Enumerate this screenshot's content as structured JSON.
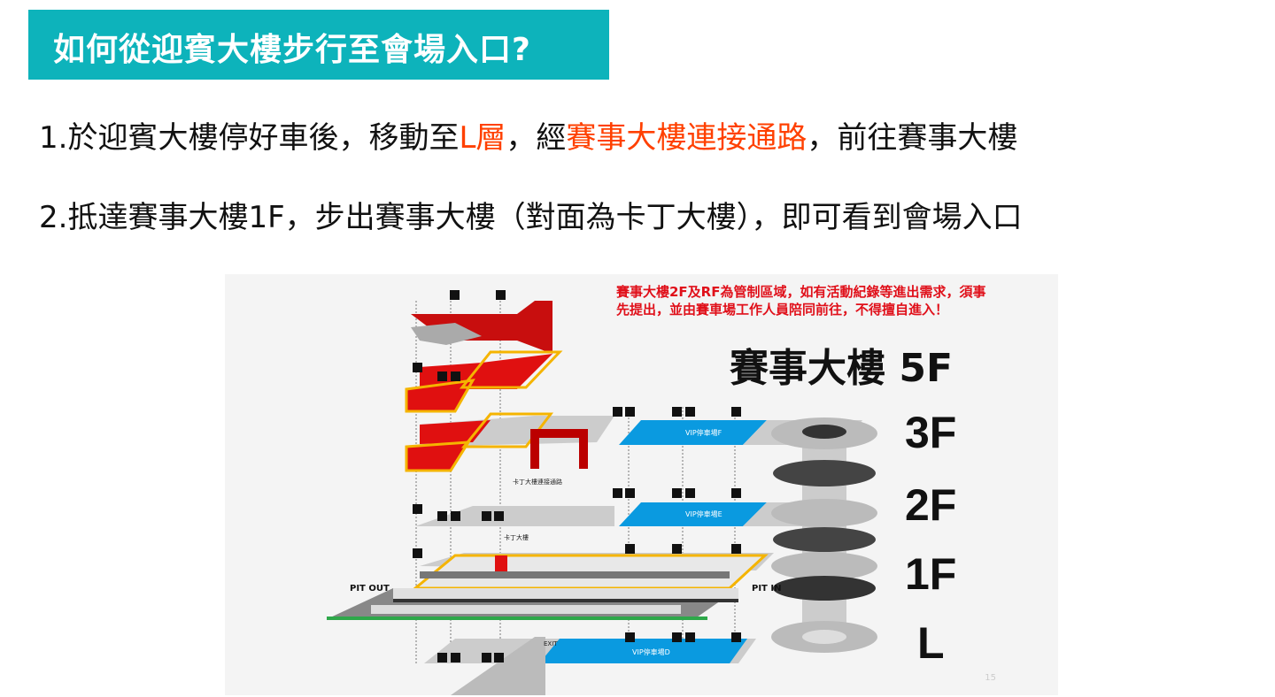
{
  "title": "如何從迎賓大樓步行至會場入口?",
  "steps": [
    {
      "pre": "1.於迎賓大樓停好車後，移動至",
      "hl1": "L層",
      "mid": "，經",
      "hl2": "賽事大樓連接通路",
      "post": "，前往賽事大樓"
    },
    {
      "text": "2.抵達賽事大樓1F，步出賽事大樓（對面為卡丁大樓），即可看到會場入口"
    }
  ],
  "map": {
    "notice_line1": "賽事大樓2F及RF為管制區域，如有活動紀錄等進出需求，須事",
    "notice_line2": "先提出，並由賽車場工作人員陪同前往，不得擅自進入！",
    "building": "賽事大樓",
    "floors": [
      "5F",
      "3F",
      "2F",
      "1F",
      "L"
    ],
    "pit_out": "PIT OUT",
    "pit_in": "PIT IN",
    "kart_passage": "卡丁大樓連接通路",
    "kart_building": "卡丁大樓",
    "exit": "EXIT",
    "vip_3f": "VIP停車場F",
    "vip_2f": "VIP停車場E",
    "vip_l": "VIP停車場D",
    "page_number": "15"
  },
  "colors": {
    "title_bg": "#0db3bb",
    "highlight": "#ff4000",
    "notice": "#e0101a",
    "vip": "#0a9ae0",
    "outline": "#f5b400"
  }
}
